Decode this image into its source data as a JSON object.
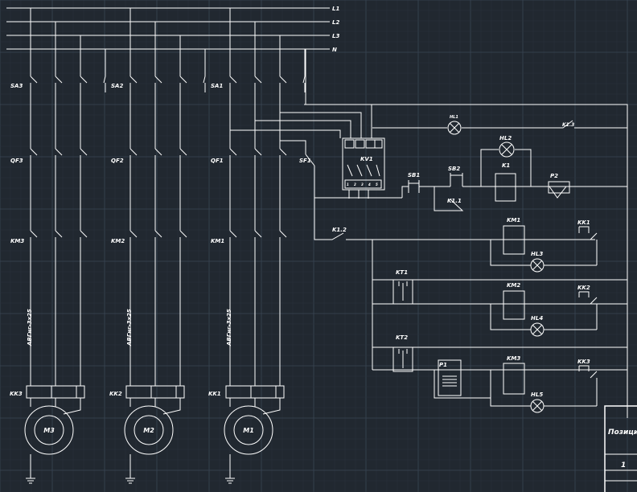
{
  "colors": {
    "background": "#212830",
    "wire": "#ffffff",
    "grid": "#3a4653"
  },
  "buses": [
    "L1",
    "L2",
    "L3",
    "N"
  ],
  "motors": [
    {
      "switch": "SA3",
      "breaker": "QF3",
      "contactor": "KM3",
      "cable": "АВГнг-3х25",
      "overload": "KK3",
      "motor": "M3"
    },
    {
      "switch": "SA2",
      "breaker": "QF2",
      "contactor": "KM2",
      "cable": "АВГнг-3х25",
      "overload": "KK2",
      "motor": "M2"
    },
    {
      "switch": "SA1",
      "breaker": "QF1",
      "contactor": "KM1",
      "cable": "АВГнг-3х25",
      "overload": "KK1",
      "motor": "M1"
    }
  ],
  "control": {
    "sf": "SF1",
    "kv": "KV1",
    "kv_pins": [
      "1",
      "2",
      "3",
      "4",
      "5"
    ],
    "k12": "K1.2",
    "k13": "K1.3",
    "k11": "K1.1",
    "k1": "K1",
    "p1": "P1",
    "sb1": "SB1",
    "sb2": "SB2",
    "hl1": "HL1",
    "hl2": "HL2",
    "hl3": "HL3",
    "hl4": "HL4",
    "hl5": "HL5",
    "kt1": "KT1",
    "kt2": "KT2",
    "km1": "KM1",
    "km2": "KM2",
    "km3": "KM3",
    "kk1": "KK1",
    "kk2": "KK2",
    "kk3": "KK3",
    "p2": "P2"
  },
  "title_block": {
    "title": "Позиция",
    "sheet": "1"
  }
}
